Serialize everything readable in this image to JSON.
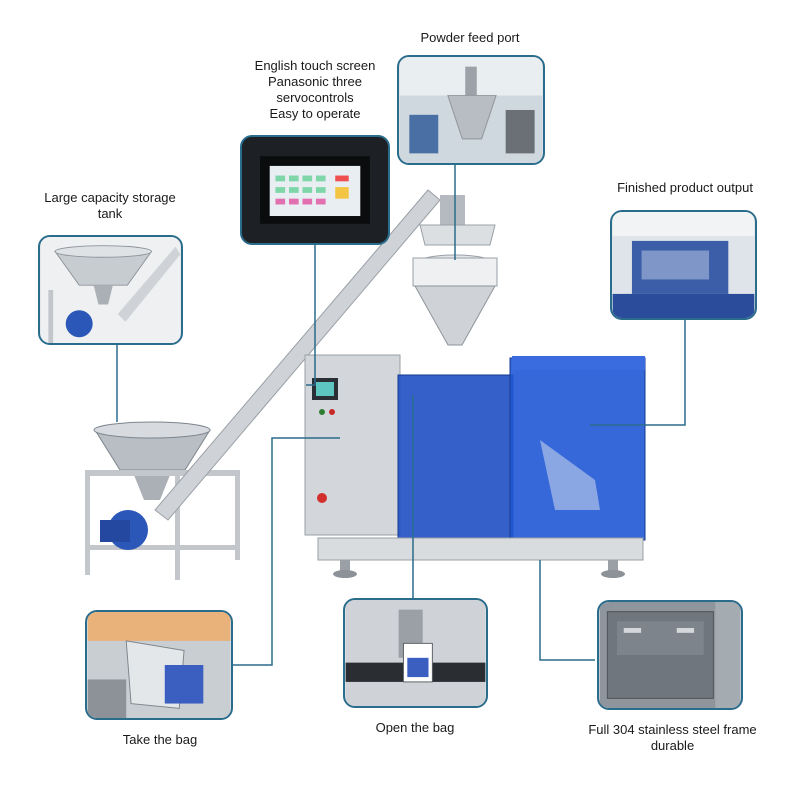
{
  "labels": {
    "touch_screen": [
      "English touch screen",
      "Panasonic three",
      "servocontrols",
      "Easy to operate"
    ],
    "powder_feed": [
      "Powder feed port"
    ],
    "storage_tank": [
      "Large capacity storage",
      "tank"
    ],
    "finished_output": [
      "Finished product output"
    ],
    "take_bag": [
      "Take the bag"
    ],
    "open_bag": [
      "Open the bag"
    ],
    "frame": [
      "Full 304 stainless steel frame",
      "durable"
    ]
  },
  "colors": {
    "callout_border": "#2a6c8c",
    "leader_line": "#2a6c8c",
    "blue_panel": "#1f4fc4",
    "steel": "#c9cdd2"
  }
}
